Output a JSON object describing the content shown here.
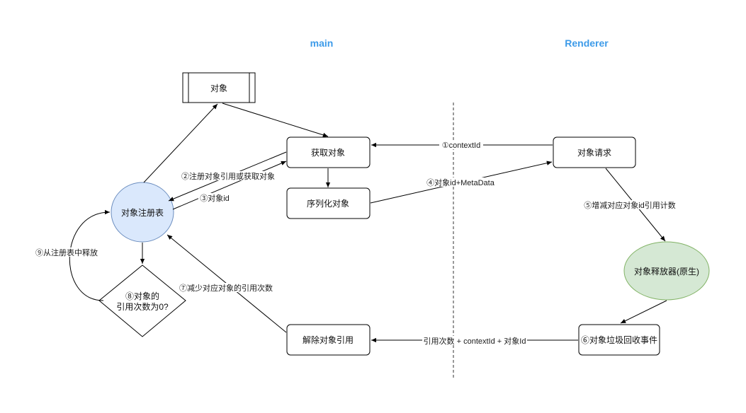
{
  "headers": {
    "main": "main",
    "renderer": "Renderer"
  },
  "nodes": {
    "object": "对象",
    "get_object": "获取对象",
    "serialize": "序列化对象",
    "registry": "对象注册表",
    "object_request": "对象请求",
    "releaser": "对象释放器(原生)",
    "gc_event": "⑥对象垃圾回收事件",
    "unref": "解除对象引用",
    "decision_line1": "⑧对象的",
    "decision_line2": "引用次数为0?"
  },
  "edges": {
    "e1": "①contextId",
    "e2": "②注册对象引用或获取对象",
    "e3": "③对象id",
    "e4": "④对象id+MetaData",
    "e5": "⑤增减对应对象id引用计数",
    "e7": "⑦减少对应对象的引用次数",
    "e9": "⑨从注册表中释放",
    "e_gc": "引用次数 + contextId + 对象Id"
  },
  "colors": {
    "registry_fill": "#dae8fc",
    "registry_stroke": "#6c8ebf",
    "releaser_fill": "#d5e8d4",
    "releaser_stroke": "#82b366",
    "header": "#3d9be9"
  }
}
